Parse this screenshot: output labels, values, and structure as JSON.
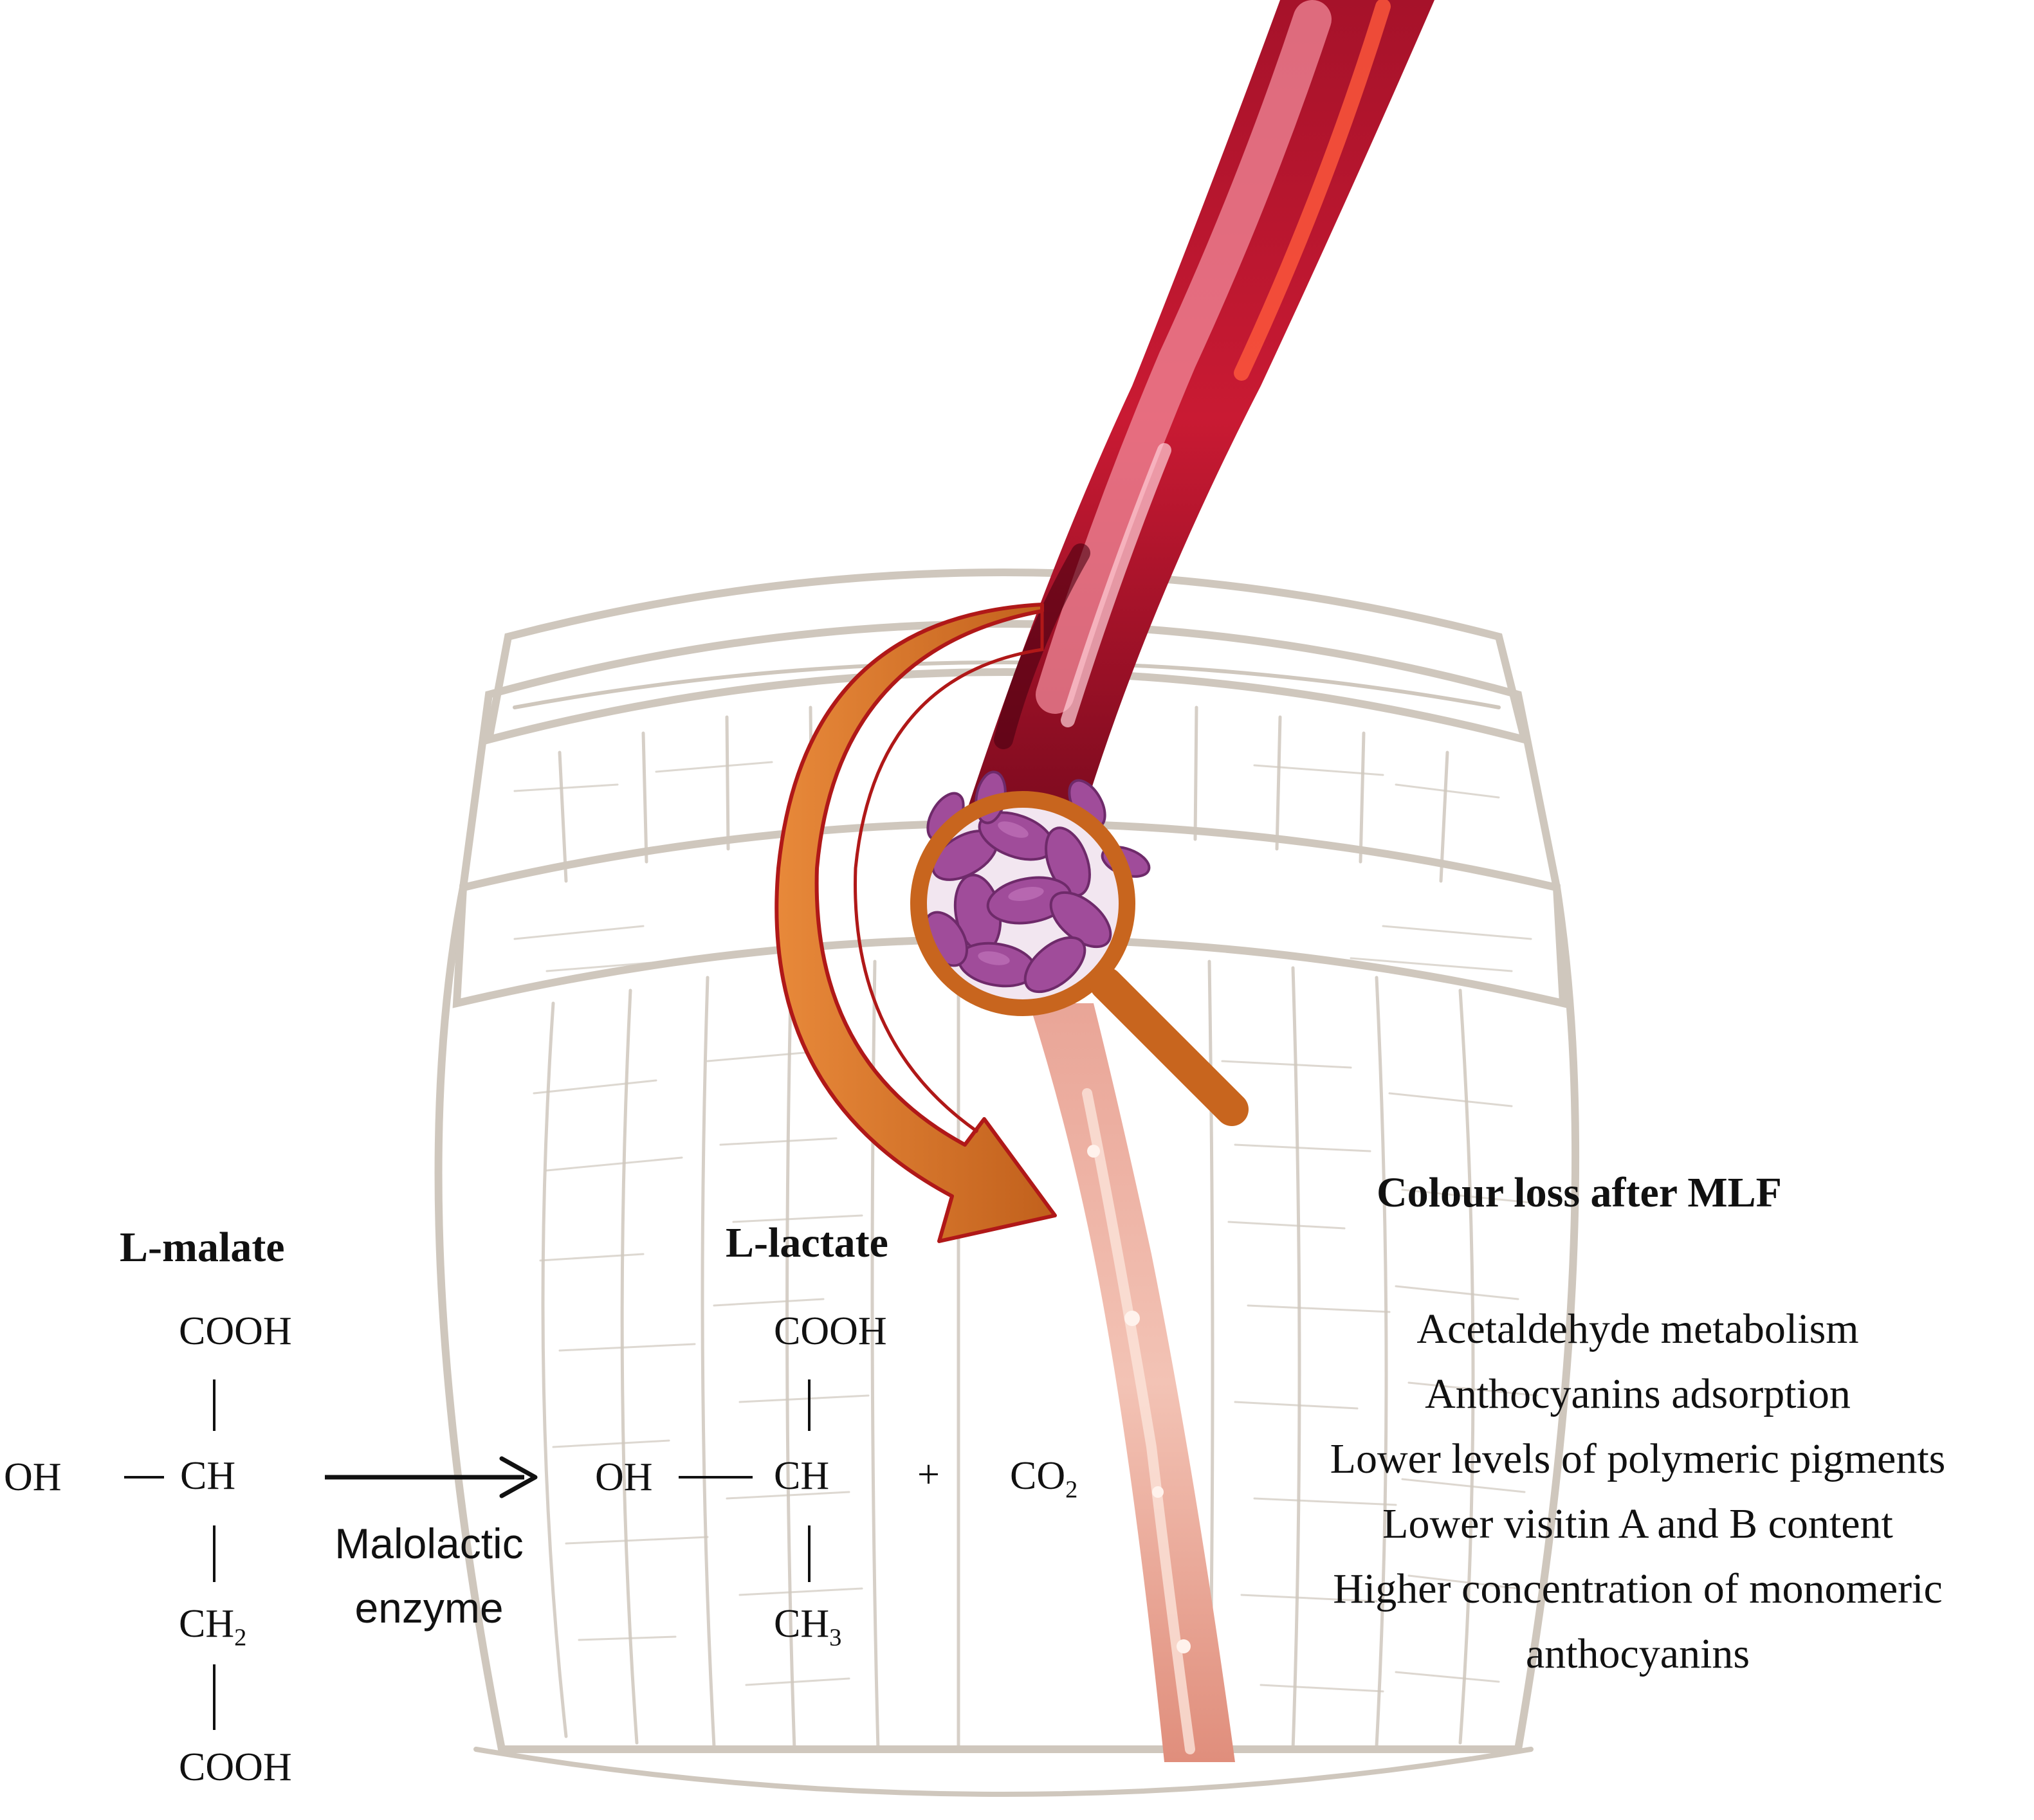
{
  "reaction": {
    "substrate": {
      "name": "L-malate",
      "top": "COOH",
      "left": "OH",
      "center": "CH",
      "below_base": "CH",
      "below_sub": "2",
      "bottom": "COOH"
    },
    "enzyme": {
      "line1": "Malolactic",
      "line2": "enzyme"
    },
    "product": {
      "name": "L-lactate",
      "top": "COOH",
      "left": "OH",
      "center": "CH",
      "below_base": "CH",
      "below_sub": "3"
    },
    "plus": "+",
    "coproduct_base": "CO",
    "coproduct_sub": "2"
  },
  "effects": {
    "title": "Colour loss after MLF",
    "items": [
      "Acetaldehyde  metabolism",
      "Anthocyanins  adsorption",
      "Lower  levels of polymeric  pigments",
      "Lower  visitin A and B content",
      "Higher  concentration  of monomeric",
      "anthocyanins"
    ]
  },
  "colors": {
    "wine_dark": "#7a0a1e",
    "wine_mid": "#c0142e",
    "wine_light": "#f08a9a",
    "wine_pale": "#f2b8a8",
    "barrel_sketch": "#cfc7bd",
    "arrow_fill": "#d4742a",
    "arrow_outline": "#b01818",
    "magnifier": "#c8651e",
    "bacteria": "#a04c9a"
  }
}
